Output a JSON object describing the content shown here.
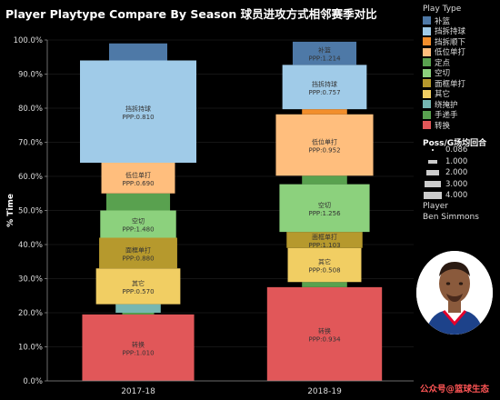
{
  "title": "Player Playtype Compare By Season 球员进攻方式相邻赛季对比",
  "chart_data": {
    "type": "bar",
    "title": "Player Playtype Compare By Season 球员进攻方式相邻赛季对比",
    "ylabel": "% Time",
    "ylim": [
      0,
      100
    ],
    "yticks": [
      "0.0%",
      "10.0%",
      "20.0%",
      "30.0%",
      "40.0%",
      "50.0%",
      "60.0%",
      "70.0%",
      "80.0%",
      "90.0%",
      "100.0%"
    ],
    "categories": [
      "2017-18",
      "2018-19"
    ],
    "ppp_prefix": "PPP:",
    "stacked": true,
    "series": [
      {
        "name": "转换",
        "color": "#e15759",
        "values": [
          19.5,
          27.5
        ],
        "ppp": [
          "1.010",
          "0.934"
        ],
        "poss": [
          3.7,
          3.9
        ]
      },
      {
        "name": "手递手",
        "color": "#59a14f",
        "values": [
          0.5,
          1.5
        ],
        "ppp": [
          "",
          ""
        ],
        "poss": [
          0.3,
          0.6
        ]
      },
      {
        "name": "绕掩护",
        "color": "#76b7b2",
        "values": [
          2.5,
          0.0
        ],
        "ppp": [
          "",
          ""
        ],
        "poss": [
          0.6,
          0.0
        ]
      },
      {
        "name": "其它",
        "color": "#f1ce63",
        "values": [
          10.5,
          10.0
        ],
        "ppp": [
          "0.570",
          "0.508"
        ],
        "poss": [
          2.1,
          1.6
        ]
      },
      {
        "name": "面框单打",
        "color": "#b6992d",
        "values": [
          9.0,
          4.7
        ],
        "ppp": [
          "0.880",
          "1.103"
        ],
        "poss": [
          1.8,
          1.7
        ]
      },
      {
        "name": "空切",
        "color": "#8cd17d",
        "values": [
          8.0,
          14.0
        ],
        "ppp": [
          "1.480",
          "1.256"
        ],
        "poss": [
          1.7,
          2.4
        ]
      },
      {
        "name": "定点",
        "color": "#59a14f",
        "values": [
          5.0,
          2.5
        ],
        "ppp": [
          "",
          ""
        ],
        "poss": [
          1.2,
          0.6
        ]
      },
      {
        "name": "低位单打",
        "color": "#ffbe7d",
        "values": [
          9.0,
          18.0
        ],
        "ppp": [
          "0.690",
          "0.952"
        ],
        "poss": [
          1.6,
          2.8
        ]
      },
      {
        "name": "挡拆顺下",
        "color": "#f28e2b",
        "values": [
          0.0,
          1.5
        ],
        "ppp": [
          "",
          ""
        ],
        "poss": [
          0.0,
          0.6
        ]
      },
      {
        "name": "挡拆持球",
        "color": "#a0cbe8",
        "values": [
          30.0,
          13.0
        ],
        "ppp": [
          "0.810",
          "0.757"
        ],
        "poss": [
          4.0,
          2.1
        ]
      },
      {
        "name": "补篮",
        "color": "#4e79a7",
        "values": [
          5.0,
          6.8
        ],
        "ppp": [
          "",
          "1.214"
        ],
        "poss": [
          1.0,
          1.2
        ]
      }
    ]
  },
  "legend": {
    "title": "Play Type",
    "items": [
      {
        "label": "补篮",
        "color": "#4e79a7"
      },
      {
        "label": "挡拆持球",
        "color": "#a0cbe8"
      },
      {
        "label": "挡拆顺下",
        "color": "#f28e2b"
      },
      {
        "label": "低位单打",
        "color": "#ffbe7d"
      },
      {
        "label": "定点",
        "color": "#59a14f"
      },
      {
        "label": "空切",
        "color": "#8cd17d"
      },
      {
        "label": "面框单打",
        "color": "#b6992d"
      },
      {
        "label": "其它",
        "color": "#f1ce63"
      },
      {
        "label": "绕掩护",
        "color": "#76b7b2"
      },
      {
        "label": "手递手",
        "color": "#59a14f"
      },
      {
        "label": "转换",
        "color": "#e15759"
      }
    ]
  },
  "size_legend": {
    "title": "Poss/G场均回合",
    "items": [
      {
        "label": "0.086",
        "value": 0.086
      },
      {
        "label": "1.000",
        "value": 1.0
      },
      {
        "label": "2.000",
        "value": 2.0
      },
      {
        "label": "3.000",
        "value": 3.0
      },
      {
        "label": "4.000",
        "value": 4.0
      }
    ]
  },
  "player": {
    "title": "Player",
    "name": "Ben Simmons"
  },
  "watermark": "公众号@篮球生态"
}
